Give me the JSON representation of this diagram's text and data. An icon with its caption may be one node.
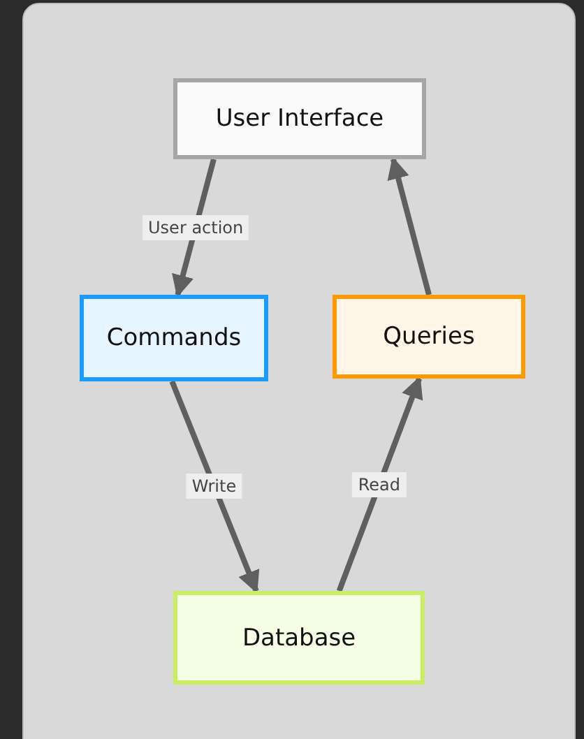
{
  "diagram": {
    "nodes": [
      {
        "text": [
          "User Interface"
        ]
      },
      {
        "text": [
          "Commands"
        ]
      },
      {
        "text": [
          "Queries"
        ]
      },
      {
        "text": [
          "Database"
        ]
      }
    ],
    "edges": [
      {
        "from": 0,
        "to": 1,
        "arrow": "to",
        "label": "User action"
      },
      {
        "from": 2,
        "to": 0,
        "arrow": "to"
      },
      {
        "from": 1,
        "to": 3,
        "arrow": "to",
        "label": "Write"
      },
      {
        "from": 3,
        "to": 2,
        "arrow": "to",
        "label": "Read"
      }
    ]
  }
}
